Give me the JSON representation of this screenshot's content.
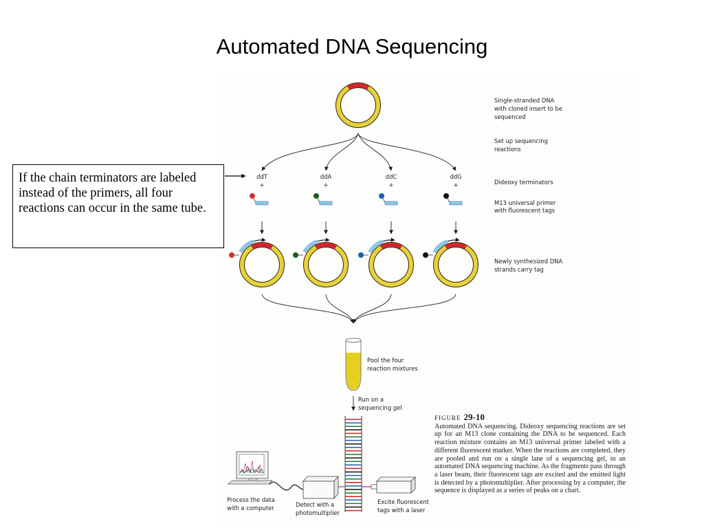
{
  "title": "Automated DNA Sequencing",
  "callout": {
    "text": "If the chain terminators are labeled instead of the primers, all four reactions can occur in the same tube."
  },
  "steps": {
    "single_stranded": [
      "Single-stranded DNA",
      "with  cloned insert to be",
      "sequenced"
    ],
    "setup": [
      "Set up sequencing",
      "reactions"
    ],
    "dideoxy": [
      "Dideoxy terminators"
    ],
    "primer": [
      "M13 universal primer",
      "with fluorescent tags"
    ],
    "newly": [
      "Newly synthesized DNA",
      "strands carry tag"
    ],
    "pool": [
      "Pool the four",
      "reaction mixtures"
    ],
    "run": [
      "Run on a",
      "sequencing gel"
    ],
    "excite": [
      "Excite fluorescent",
      "tags with a laser"
    ],
    "detect": [
      "Detect with a",
      "photomultiplier"
    ],
    "process": [
      "Process the data",
      "with a computer"
    ]
  },
  "reactions": [
    {
      "name": "ddT",
      "plus": "+",
      "color": "#d32f2f"
    },
    {
      "name": "ddA",
      "plus": "+",
      "color": "#1b5e20"
    },
    {
      "name": "ddC",
      "plus": "+",
      "color": "#1e5fb4"
    },
    {
      "name": "ddG",
      "plus": "+",
      "color": "#111111"
    }
  ],
  "colors": {
    "circle_yellow": "#e8d23a",
    "insert_red": "#d8232a",
    "primer_blue": "#8ec6e6",
    "tube_fill": "#e6cf1e"
  },
  "caption": {
    "label": "FIGURE",
    "number": "29-10",
    "text": "Automated DNA sequencing. Dideoxy sequencing reactions are set up for an M13 clone containing the DNA to be sequenced. Each reaction mixture contains an M13 universal primer labeled with a different fluorescent marker. When the reactions are completed, they are pooled and run on a single lane of a sequencing gel, in an automated DNA sequencing machine. As the fragments pass through a laser beam, their fluorescent tags are excited and the emitted light is detected by a photomultiplier. After processing by a computer, the sequence is displayed as a series of peaks on a chart."
  }
}
